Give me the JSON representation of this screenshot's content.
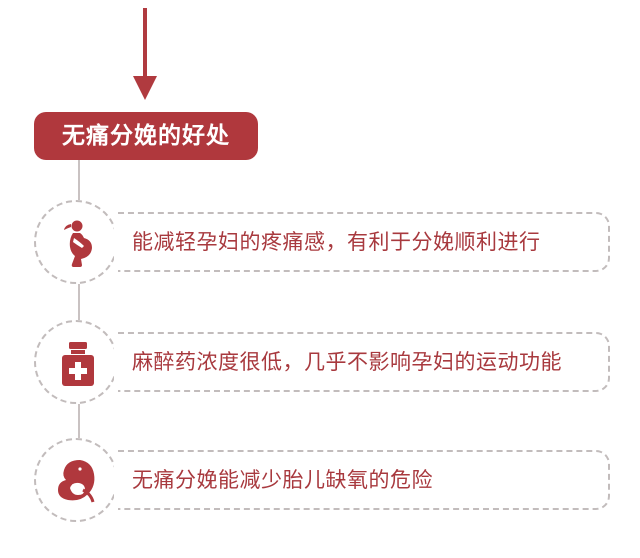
{
  "colors": {
    "accent": "#b0383d",
    "text_accent": "#a8393e",
    "dash": "#c2bcbc"
  },
  "title": "无痛分娩的好处",
  "items": [
    {
      "icon": "pregnant-woman-icon",
      "text": "能减轻孕妇的疼痛感，有利于分娩顺利进行"
    },
    {
      "icon": "medicine-bottle-icon",
      "text": "麻醉药浓度很低，几乎不影响孕妇的运动功能"
    },
    {
      "icon": "fetus-icon",
      "text": "无痛分娩能减少胎儿缺氧的危险"
    }
  ]
}
